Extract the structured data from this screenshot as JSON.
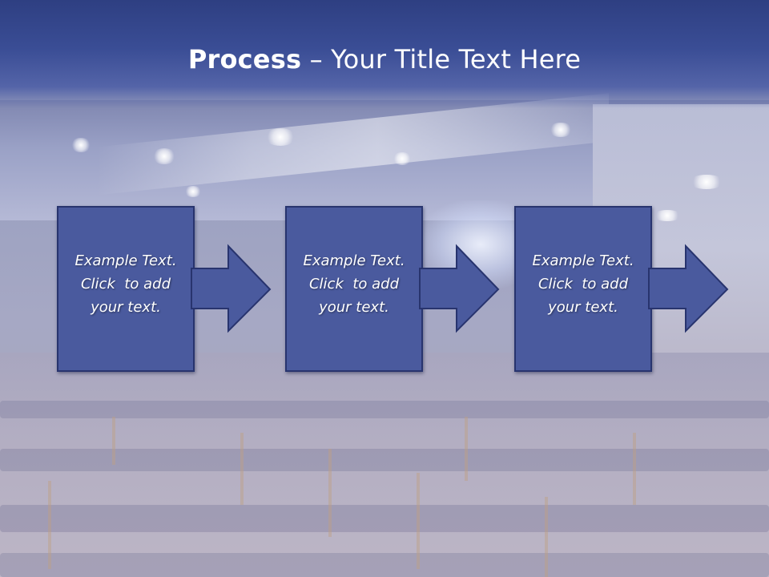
{
  "title": {
    "bold": "Process",
    "rest": " – Your Title Text Here"
  },
  "steps": [
    {
      "line1": "Example Text.",
      "line2": "Click  to add",
      "line3": "your text."
    },
    {
      "line1": "Example Text.",
      "line2": "Click  to add",
      "line3": "your text."
    },
    {
      "line1": "Example Text.",
      "line2": "Click  to add",
      "line3": "your text."
    }
  ],
  "colors": {
    "title_bar": "#3a4d95",
    "box_fill": "#4a5a9e",
    "box_border": "#28346e",
    "text": "#ffffff"
  }
}
